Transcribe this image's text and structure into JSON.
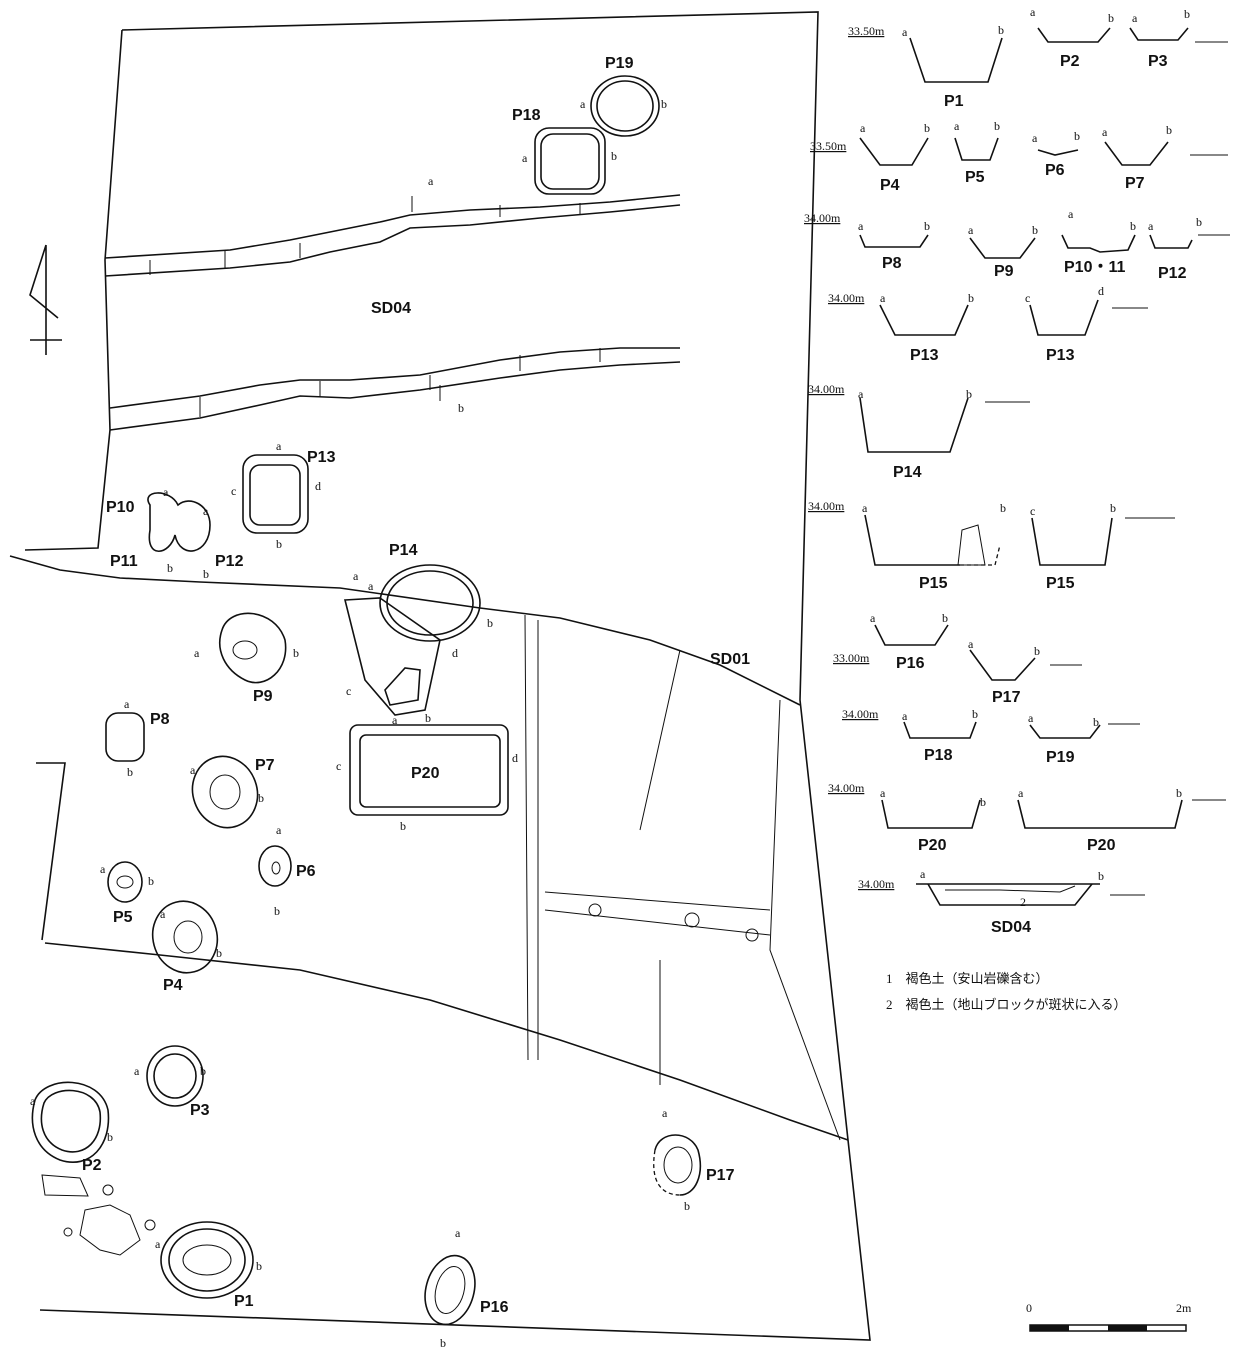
{
  "plan_labels": {
    "SD04": "SD04",
    "SD01": "SD01",
    "P1": "P1",
    "P2": "P2",
    "P3": "P3",
    "P4": "P4",
    "P5": "P5",
    "P6": "P6",
    "P7": "P7",
    "P8": "P8",
    "P9": "P9",
    "P10": "P10",
    "P11": "P11",
    "P12": "P12",
    "P13": "P13",
    "P14": "P14",
    "P16": "P16",
    "P17": "P17",
    "P18": "P18",
    "P19": "P19",
    "P20": "P20"
  },
  "sections": {
    "elev_3350": "33.50m",
    "elev_3400": "34.00m",
    "elev_3300": "33.00m",
    "P1": "P1",
    "P2": "P2",
    "P3": "P3",
    "P4": "P4",
    "P5": "P5",
    "P6": "P6",
    "P7": "P7",
    "P8": "P8",
    "P9": "P9",
    "P10_11": "P10・11",
    "P12": "P12",
    "P13": "P13",
    "P14": "P14",
    "P15": "P15",
    "P16": "P16",
    "P17": "P17",
    "P18": "P18",
    "P19": "P19",
    "P20": "P20",
    "SD04": "SD04",
    "layer_2": "2"
  },
  "legend": {
    "item1": "1　褐色土（安山岩礫含む）",
    "item2": "2　褐色土（地山ブロックが斑状に入る）"
  },
  "scale": {
    "zero": "0",
    "max": "2m"
  }
}
